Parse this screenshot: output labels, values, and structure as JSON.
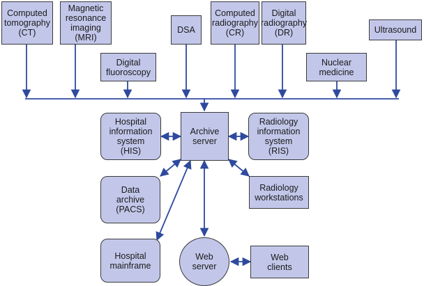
{
  "colors": {
    "node_fill": "#c2c7ea",
    "node_border": "#3a3a3a",
    "connector": "#2e4a9e"
  },
  "sources": {
    "ct": "Computed\ntomography\n(CT)",
    "mri": "Magnetic\nresonance\nimaging\n(MRI)",
    "fluoro": "Digital\nfluoroscopy",
    "dsa": "DSA",
    "cr": "Computed\nradiography\n(CR)",
    "dr": "Digital\nradiography\n(DR)",
    "nuclear": "Nuclear\nmedicine",
    "ultrasound": "Ultrasound"
  },
  "systems": {
    "his": "Hospital\ninformation\nsystem\n(HIS)",
    "archive": "Archive\nserver",
    "ris": "Radiology\ninformation\nsystem\n(RIS)",
    "pacs": "Data\narchive\n(PACS)",
    "workstations": "Radiology\nworkstations",
    "mainframe": "Hospital\nmainframe",
    "webserver": "Web\nserver",
    "webclients": "Web\nclients"
  }
}
